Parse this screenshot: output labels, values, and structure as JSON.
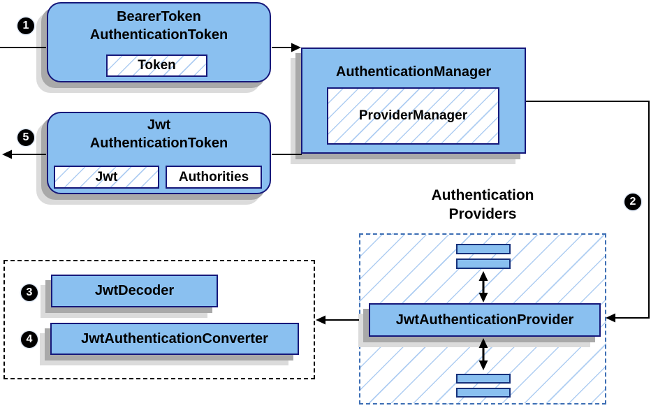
{
  "colors": {
    "node_fill": "#8AC0F0",
    "node_border": "#16187A",
    "hatch_line": "#AECDF2",
    "providers_dash_border": "#3C6EB4",
    "outer_dash_border": "#000000",
    "shadow_dark": "#A9A9A9",
    "shadow_light": "#DBDBDB",
    "arrow": "#000000",
    "badge_bg": "#000000",
    "badge_text": "#FFFFFF"
  },
  "diagram": {
    "bearer_box": {
      "title": [
        "BearerToken",
        "AuthenticationToken"
      ],
      "field_token": "Token"
    },
    "manager_box": {
      "title": "AuthenticationManager",
      "field_provider_manager": "ProviderManager"
    },
    "jwt_box": {
      "title": [
        "Jwt",
        "AuthenticationToken"
      ],
      "field_jwt": "Jwt",
      "field_authorities": "Authorities"
    },
    "providers_group": {
      "label": [
        "Authentication",
        "Providers"
      ],
      "provider_box": "JwtAuthenticationProvider"
    },
    "support_group": {
      "decoder_box": "JwtDecoder",
      "converter_box": "JwtAuthenticationConverter"
    },
    "steps": {
      "s1": "1",
      "s2": "2",
      "s3": "3",
      "s4": "4",
      "s5": "5"
    }
  }
}
